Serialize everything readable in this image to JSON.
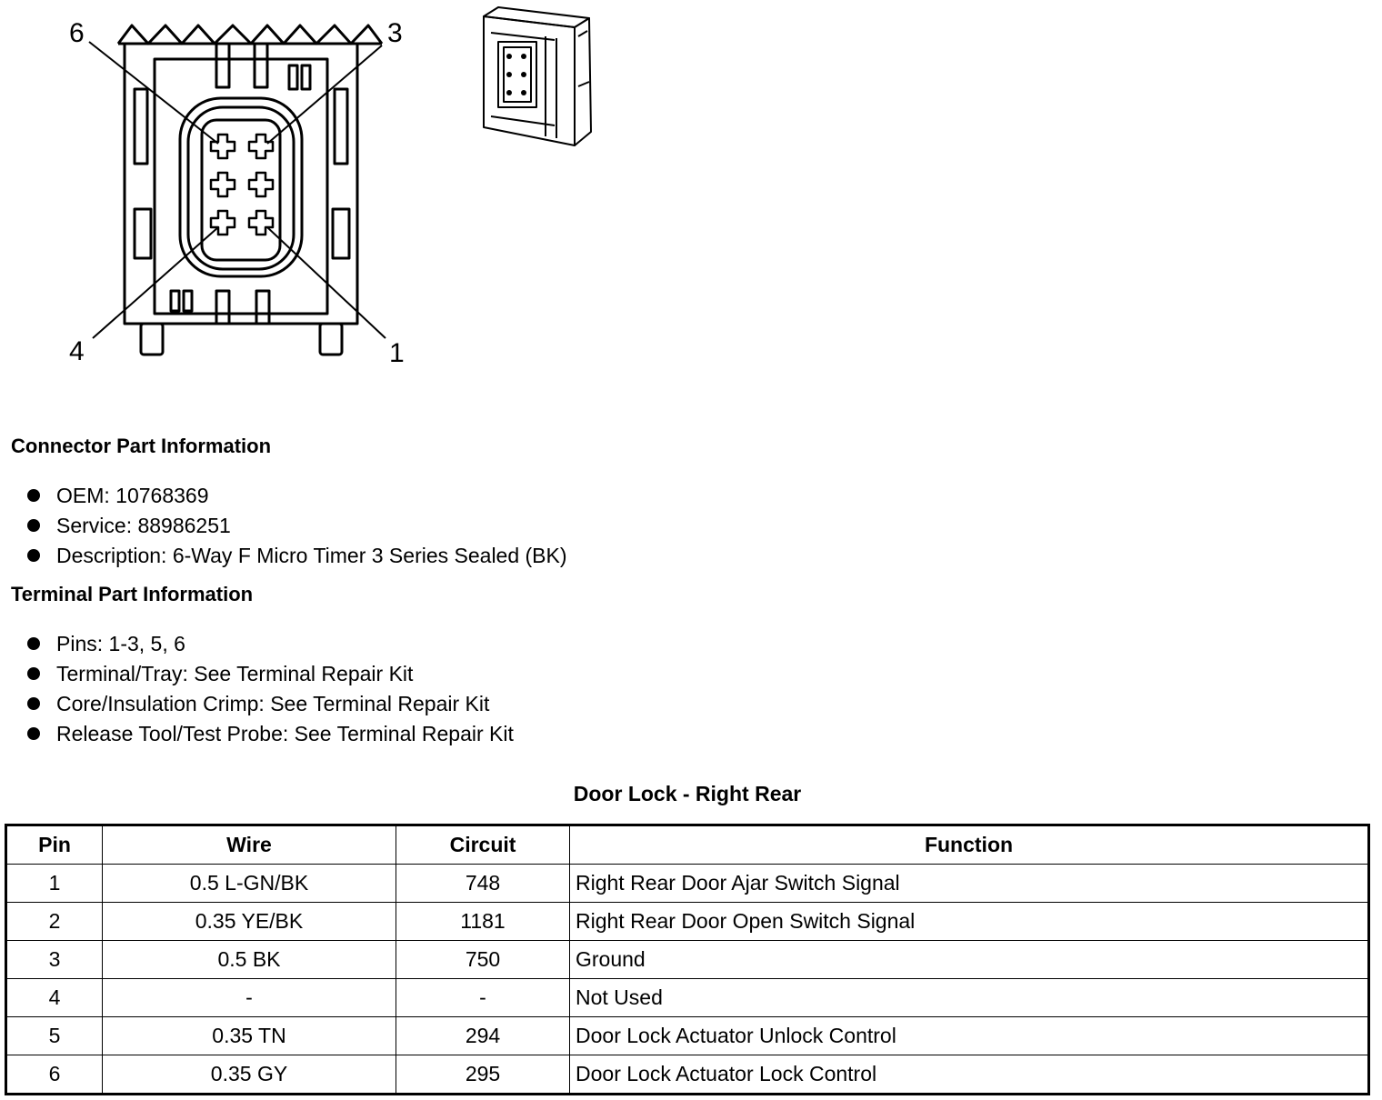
{
  "diagram": {
    "labels": [
      "6",
      "3",
      "4",
      "1"
    ]
  },
  "connector": {
    "heading": "Connector Part Information",
    "items": [
      "OEM: 10768369",
      "Service: 88986251",
      "Description: 6-Way F Micro Timer 3 Series Sealed (BK)"
    ]
  },
  "terminal": {
    "heading": "Terminal Part Information",
    "items": [
      "Pins: 1-3, 5, 6",
      "Terminal/Tray: See Terminal Repair Kit",
      "Core/Insulation Crimp: See Terminal Repair Kit",
      "Release Tool/Test Probe: See Terminal Repair Kit"
    ]
  },
  "table": {
    "title": "Door Lock - Right Rear",
    "headers": [
      "Pin",
      "Wire",
      "Circuit",
      "Function"
    ],
    "rows": [
      [
        "1",
        "0.5 L-GN/BK",
        "748",
        "Right Rear Door Ajar Switch Signal"
      ],
      [
        "2",
        "0.35 YE/BK",
        "1181",
        "Right Rear Door Open Switch Signal"
      ],
      [
        "3",
        "0.5 BK",
        "750",
        "Ground"
      ],
      [
        "4",
        "-",
        "-",
        "Not Used"
      ],
      [
        "5",
        "0.35 TN",
        "294",
        "Door Lock Actuator Unlock Control"
      ],
      [
        "6",
        "0.35 GY",
        "295",
        "Door Lock Actuator Lock Control"
      ]
    ]
  }
}
